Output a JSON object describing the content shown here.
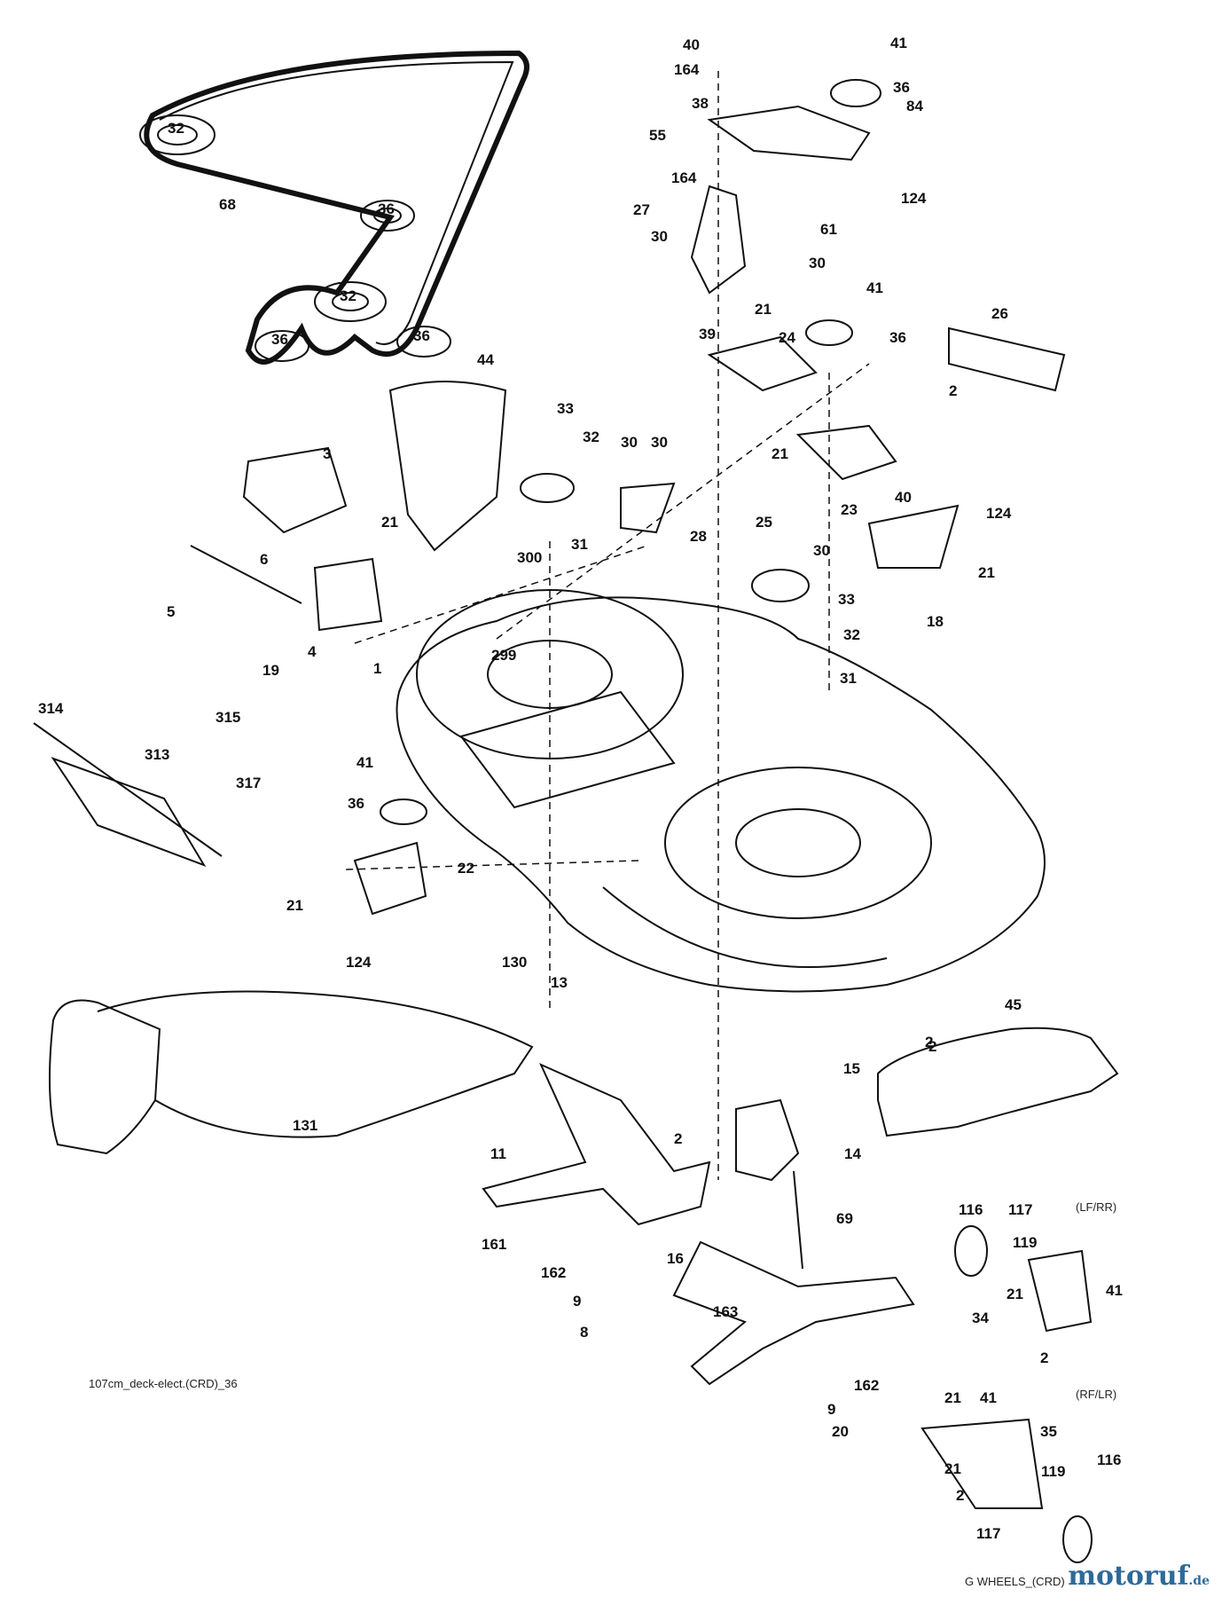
{
  "diagram": {
    "deck_code": "107cm_deck-elect.(CRD)_36",
    "wheel_code": "G WHEELS_(CRD)",
    "variant_top": "(LF/RR)",
    "variant_bottom": "(RF/LR)",
    "watermark_main": "motoruf",
    "watermark_tld": ".de"
  },
  "belt_pulleys": [
    "32",
    "36",
    "32",
    "36",
    "36"
  ],
  "callouts": [
    "40",
    "164",
    "38",
    "55",
    "164",
    "41",
    "36",
    "84",
    "124",
    "27",
    "30",
    "61",
    "30",
    "41",
    "39",
    "21",
    "36",
    "24",
    "26",
    "2",
    "44",
    "33",
    "32",
    "30",
    "30",
    "28",
    "3",
    "21",
    "6",
    "5",
    "4",
    "19",
    "300",
    "31",
    "21",
    "23",
    "40",
    "25",
    "30",
    "124",
    "21",
    "33",
    "32",
    "18",
    "31",
    "299",
    "1",
    "314",
    "315",
    "313",
    "317",
    "41",
    "36",
    "22",
    "21",
    "124",
    "130",
    "68",
    "13",
    "2",
    "45",
    "15",
    "2",
    "2",
    "14",
    "131",
    "11",
    "161",
    "69",
    "16",
    "162",
    "9",
    "8",
    "163",
    "162",
    "9",
    "20",
    "116",
    "117",
    "119",
    "21",
    "34",
    "41",
    "2",
    "21",
    "41",
    "35",
    "21",
    "119",
    "116",
    "2",
    "117"
  ]
}
